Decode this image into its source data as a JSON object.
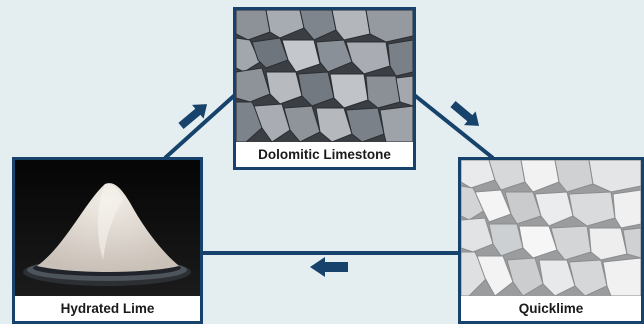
{
  "stages": {
    "limestone": {
      "label": "Dolomitic Limestone",
      "image": "grey-limestone-rocks"
    },
    "quicklime": {
      "label": "Quicklime",
      "image": "white-quicklime-rocks"
    },
    "hydrated": {
      "label": "Hydrated Lime",
      "image": "white-powder-pile-on-dish"
    }
  },
  "colors": {
    "background": "#e4eef1",
    "border": "#16426b",
    "arrow": "#16426b",
    "caption_text": "#1a1a1a"
  },
  "flow": [
    "limestone",
    "quicklime",
    "hydrated",
    "limestone"
  ]
}
